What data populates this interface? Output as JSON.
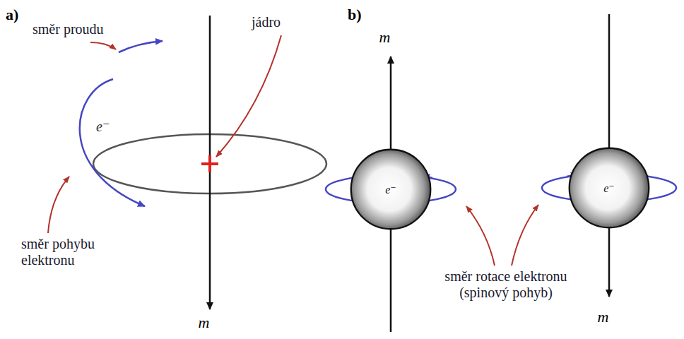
{
  "diagram": {
    "nodes": [
      {
        "text": [
          "e⁻"
        ]
      },
      {
        "text": [
          "e⁻"
        ]
      }
    ],
    "labels": [
      "a)",
      "b)",
      "směr proudu",
      "jádro",
      "e⁻",
      "směr pohybu elektronu",
      "m⃗",
      "m⃗",
      "m⃗",
      "směr rotace elektronu (spinový pohyb)"
    ]
  }
}
